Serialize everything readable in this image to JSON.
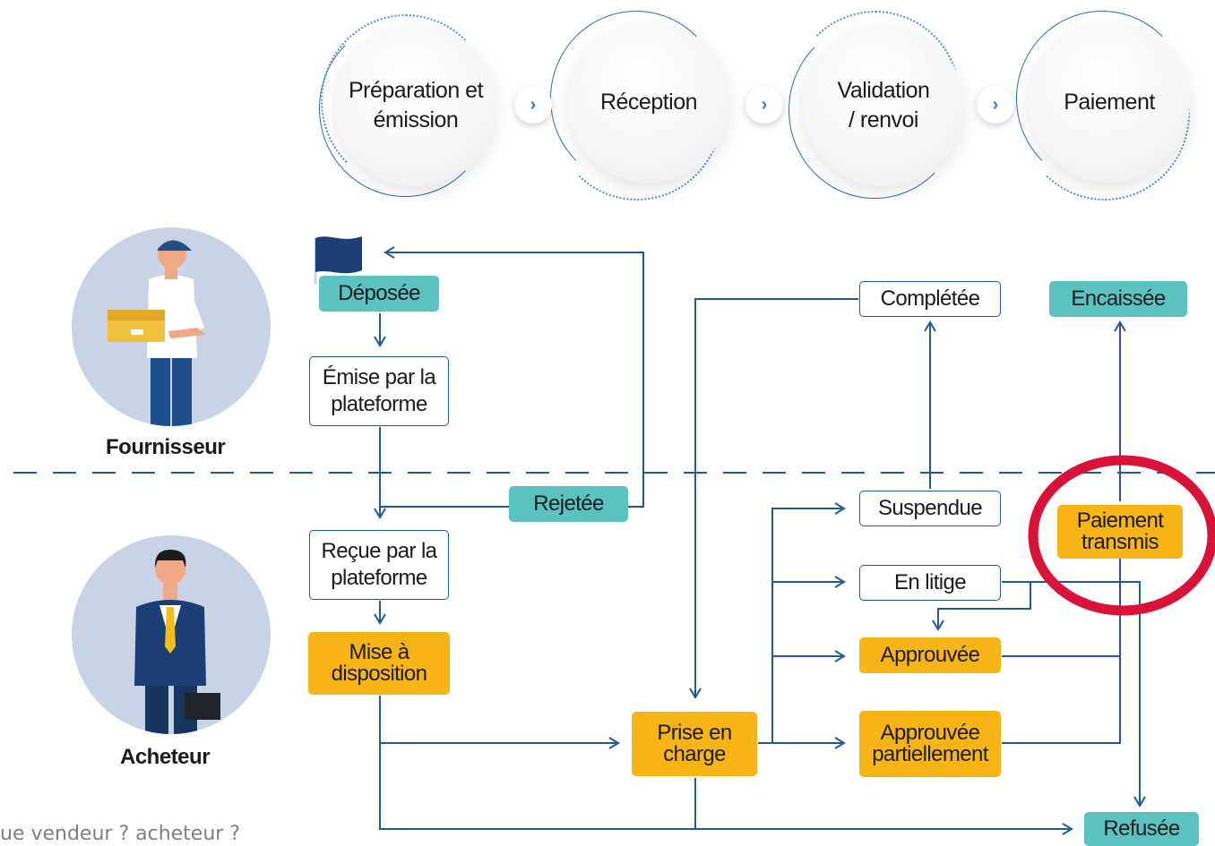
{
  "phases": [
    {
      "label_line1": "Préparation et",
      "label_line2": "émission"
    },
    {
      "label_line1": "Réception",
      "label_line2": ""
    },
    {
      "label_line1": "Validation",
      "label_line2": "/ renvoi"
    },
    {
      "label_line1": "Paiement",
      "label_line2": ""
    }
  ],
  "phase_arrow_glyph": "›",
  "roles": {
    "supplier": "Fournisseur",
    "buyer": "Acheteur"
  },
  "statuses": {
    "deposee": "Déposée",
    "emise_1": "Émise par la",
    "emise_2": "plateforme",
    "rejetee": "Rejetée",
    "recue_1": "Reçue par la",
    "recue_2": "plateforme",
    "mise_1": "Mise à",
    "mise_2": "disposition",
    "prise_1": "Prise en",
    "prise_2": "charge",
    "completee": "Complétée",
    "encaissee": "Encaissée",
    "suspendue": "Suspendue",
    "en_litige": "En litige",
    "approuvee": "Approuvée",
    "approuvee_part_1": "Approuvée",
    "approuvee_part_2": "partiellement",
    "paiement_1": "Paiement",
    "paiement_2": "transmis",
    "refusee": "Refusée"
  },
  "colors": {
    "line": "#1f5a99",
    "teal": "#5bc2c2",
    "yellow": "#f6b514",
    "highlight": "#d9123a",
    "avatar_bg": "#c8d4e6"
  },
  "footnote": "ue vendeur ? acheteur ?"
}
